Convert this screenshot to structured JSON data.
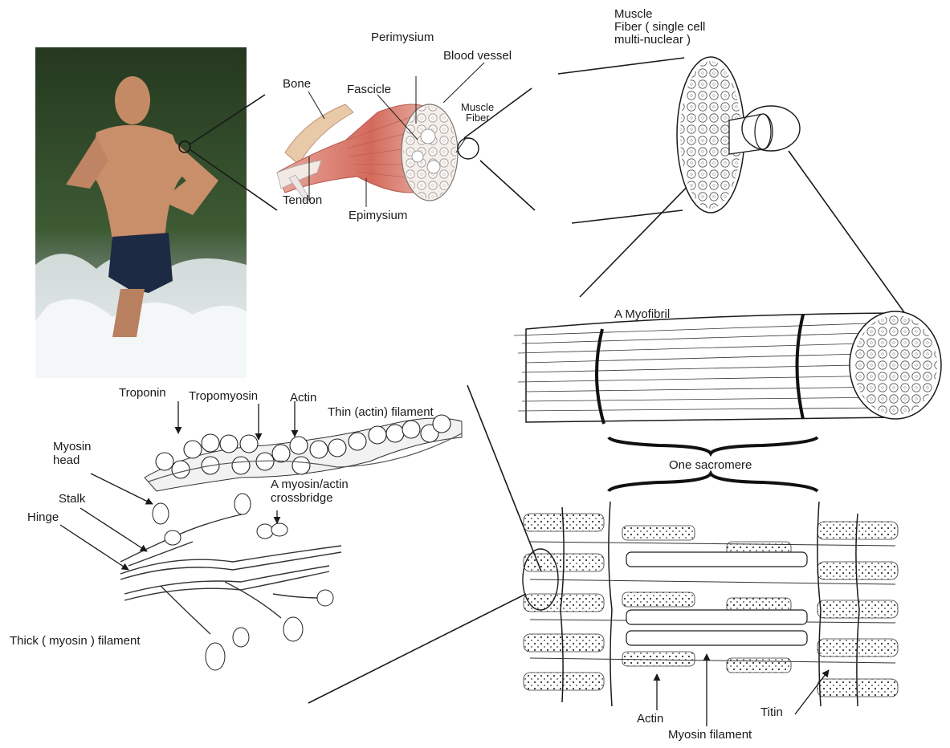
{
  "labels": {
    "muscle_fiber_top": [
      "Muscle",
      "Fiber ( single cell",
      "multi-nuclear )"
    ],
    "perimysium": "Perimysium",
    "blood_vessel": "Blood vessel",
    "bone": "Bone",
    "fascicle": "Fascicle",
    "muscle_fiber_small": [
      "Muscle",
      "Fiber"
    ],
    "tendon": "Tendon",
    "epimysium": "Epimysium",
    "myofibril": "A Myofibril",
    "one_sarcomere": "One sacromere",
    "troponin": "Troponin",
    "tropomyosin": "Tropomyosin",
    "actin_top": "Actin",
    "thin_filament": "Thin (actin) filament",
    "myosin_head": [
      "Myosin",
      "head"
    ],
    "stalk": "Stalk",
    "hinge": "Hinge",
    "crossbridge": [
      "A myosin/actin",
      "crossbridge"
    ],
    "thick_filament": "Thick ( myosin ) filament",
    "actin_bottom": "Actin",
    "titin": "Titin",
    "myosin_filament": "Myosin filament"
  },
  "colors": {
    "ink": "#1a1a1a",
    "muscle_red": "#d9776a",
    "muscle_light": "#eab3a8",
    "bone": "#e8c9a8",
    "water": "#c9d6da",
    "forest": "#2f4a2a",
    "skin": "#c98e6a"
  }
}
